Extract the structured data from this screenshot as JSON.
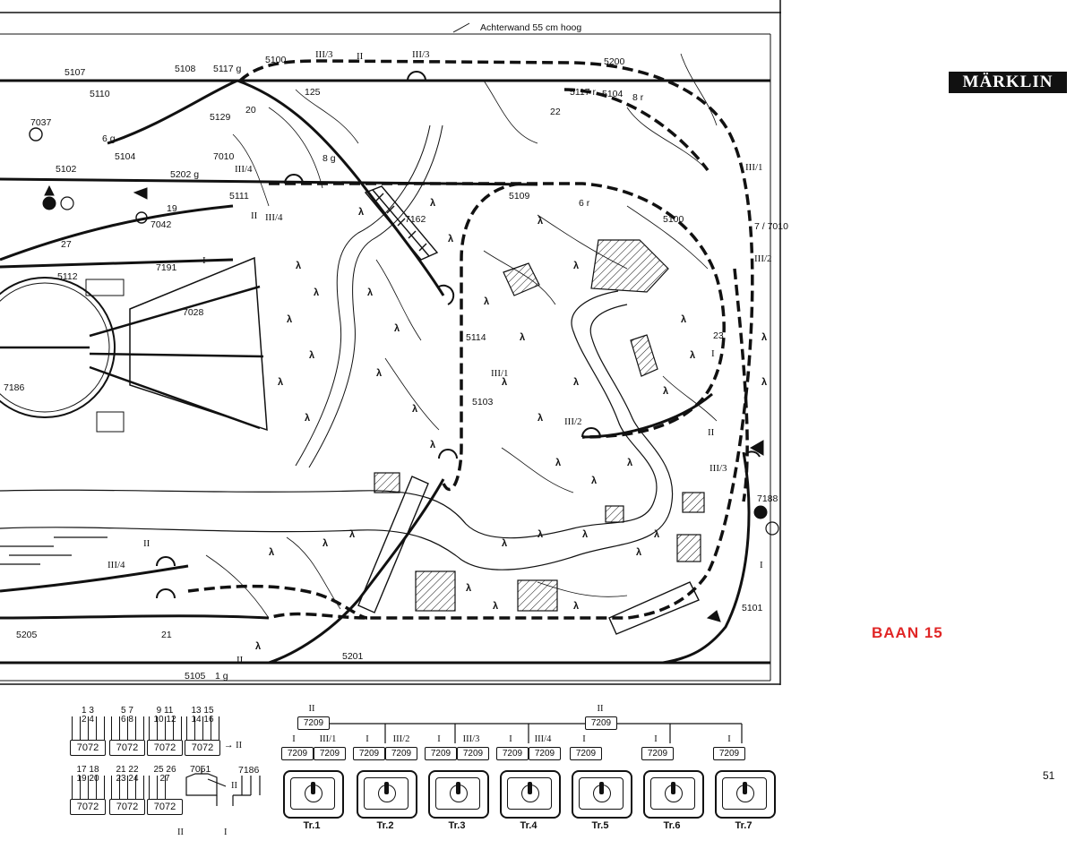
{
  "brand": {
    "logo_text": "MÄRKLIN"
  },
  "layout_name": "BAAN 15",
  "page_number": "51",
  "back_wall_note": "Achterwand 55 cm hoog",
  "colors": {
    "ink": "#111111",
    "accent_red": "#e02626",
    "paper": "#ffffff"
  },
  "track_labels": [
    "5107",
    "5108",
    "5117 g",
    "5100",
    "5110",
    "5102",
    "5104",
    "6 g",
    "5202 g",
    "7010",
    "5111",
    "5109",
    "5200",
    "5117 r",
    "5104",
    "8 r",
    "5129",
    "125",
    "8 g",
    "7162",
    "5114",
    "5103",
    "5100",
    "7028",
    "7186",
    "5112",
    "7042",
    "7191",
    "7188",
    "5205",
    "5201",
    "5101",
    "5105",
    "1 g",
    "6 r",
    "7 / 7010",
    "22",
    "20",
    "19",
    "21",
    "23",
    "27",
    "7037"
  ],
  "controls": {
    "top_transformers": [
      "7209",
      "7209"
    ],
    "top_circuit": "II",
    "decoders_row1": [
      {
        "terminals": [
          "1",
          "2",
          "3",
          "4"
        ],
        "model": "7072"
      },
      {
        "terminals": [
          "5",
          "6",
          "7",
          "8"
        ],
        "model": "7072"
      },
      {
        "terminals": [
          "9",
          "10",
          "11",
          "12"
        ],
        "model": "7072"
      },
      {
        "terminals": [
          "13",
          "14",
          "15",
          "16"
        ],
        "model": "7072",
        "out": "II"
      }
    ],
    "decoders_row2": [
      {
        "terminals": [
          "17",
          "18",
          "19",
          "20"
        ],
        "model": "7072"
      },
      {
        "terminals": [
          "21",
          "22",
          "23",
          "24"
        ],
        "model": "7072"
      },
      {
        "terminals": [
          "25",
          "26",
          "27"
        ],
        "model": "7072",
        "out": "II"
      }
    ],
    "switch_box": {
      "model": "7051",
      "out_top": "II",
      "out_bottom": "I"
    },
    "lamp_unit": {
      "model": "7186"
    },
    "transformers": [
      {
        "label": "Tr.1",
        "circuits": [
          "I",
          "III/1"
        ],
        "units": [
          "7209",
          "7209"
        ]
      },
      {
        "label": "Tr.2",
        "circuits": [
          "I",
          "III/2"
        ],
        "units": [
          "7209",
          "7209"
        ]
      },
      {
        "label": "Tr.3",
        "circuits": [
          "I",
          "III/3"
        ],
        "units": [
          "7209",
          "7209"
        ]
      },
      {
        "label": "Tr.4",
        "circuits": [
          "I",
          "III/4"
        ],
        "units": [
          "7209",
          "7209"
        ]
      },
      {
        "label": "Tr.5",
        "circuits": [
          "I"
        ],
        "units": [
          "7209"
        ]
      },
      {
        "label": "Tr.6",
        "circuits": [
          "I"
        ],
        "units": [
          "7209"
        ]
      },
      {
        "label": "Tr.7",
        "circuits": [
          "I"
        ],
        "units": [
          "7209"
        ]
      }
    ]
  }
}
